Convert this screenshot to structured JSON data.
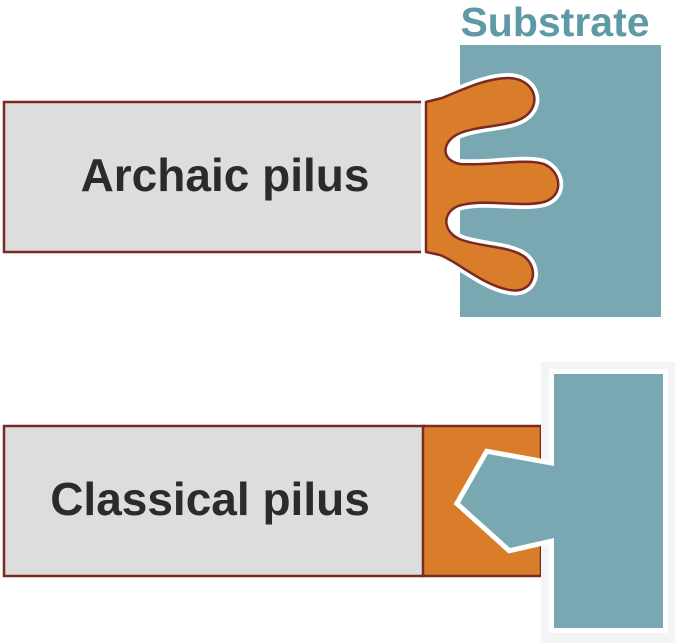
{
  "diagram": {
    "substrate_label": "Substrate",
    "archaic_label": "Archaic pilus",
    "classical_label": "Classical pilus"
  },
  "colors": {
    "substrate": "#79a8b3",
    "substrate_text": "#5d9aa6",
    "pilus_body": "#dcdedd",
    "pilus_outline": "#7a2a22",
    "adhesin": "#d97d2b",
    "label": "#2b2b2b"
  }
}
